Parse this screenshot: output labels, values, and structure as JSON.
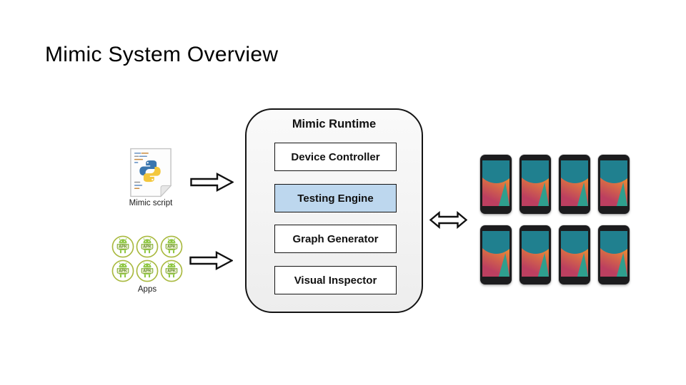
{
  "slide": {
    "title": "Mimic System Overview",
    "background": "#ffffff"
  },
  "script": {
    "label": "Mimic script"
  },
  "apps": {
    "label": "Apps",
    "apk_label": "APK",
    "count": 6,
    "columns": 3
  },
  "runtime": {
    "title": "Mimic Runtime",
    "modules": [
      {
        "label": "Device Controller",
        "highlighted": false
      },
      {
        "label": "Testing Engine",
        "highlighted": true
      },
      {
        "label": "Graph Generator",
        "highlighted": false
      },
      {
        "label": "Visual Inspector",
        "highlighted": false
      }
    ]
  },
  "devices": {
    "count": 8,
    "rows": 2,
    "columns": 4
  },
  "colors": {
    "module_highlight": "#bdd7ee",
    "runtime_fill": "#ededed",
    "apk_green": "#8dc63f",
    "apk_ring": "#a9b93f",
    "python_blue": "#3a76ae",
    "python_yellow": "#f3c73d",
    "phone_body": "#1c1c1e",
    "phone_teal": "#20808f",
    "phone_orange": "#ec8c33",
    "phone_crimson": "#bc3f60",
    "phone_wedge": "#2e9f8e"
  }
}
